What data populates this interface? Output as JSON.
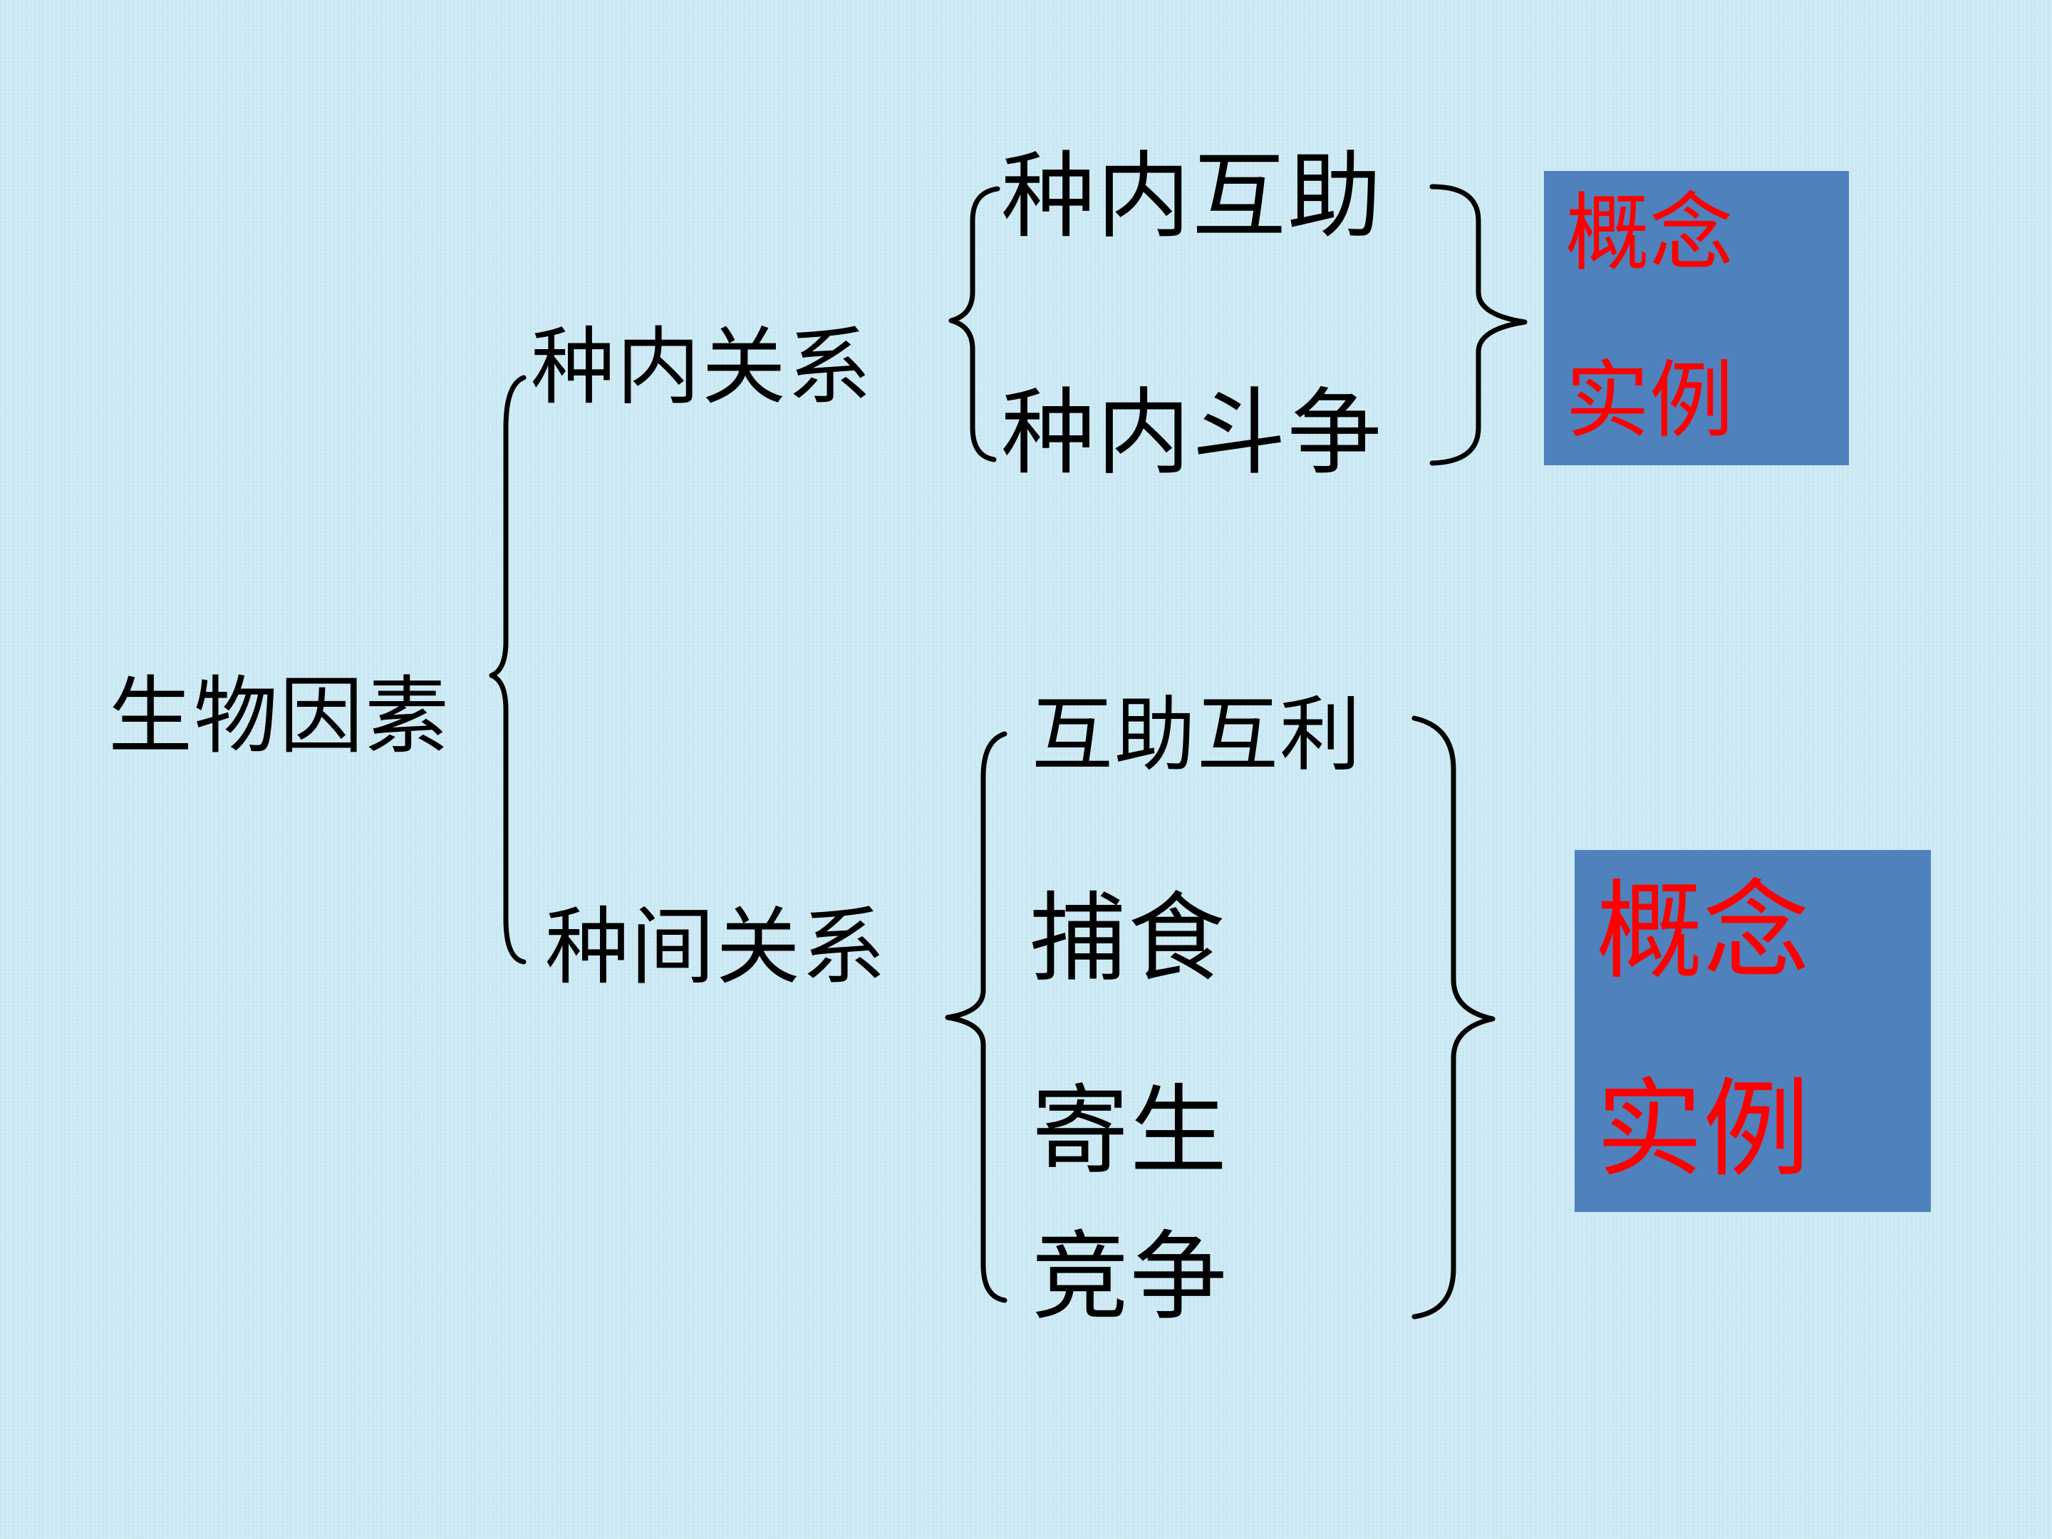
{
  "root": {
    "label": "生物因素"
  },
  "branches": [
    {
      "label": "种内关系",
      "items": [
        "种内互助",
        "种内斗争"
      ],
      "summary_box": {
        "lines": [
          "概念",
          "实例"
        ]
      }
    },
    {
      "label": "种间关系",
      "items": [
        "互助互利",
        "捕食",
        "寄生",
        "竞争"
      ],
      "summary_box": {
        "lines": [
          "概念",
          "实例"
        ]
      }
    }
  ],
  "colors": {
    "background": "#cdeaf5",
    "text": "#000000",
    "box_fill": "#4f81bd",
    "box_text": "#ff0000"
  }
}
